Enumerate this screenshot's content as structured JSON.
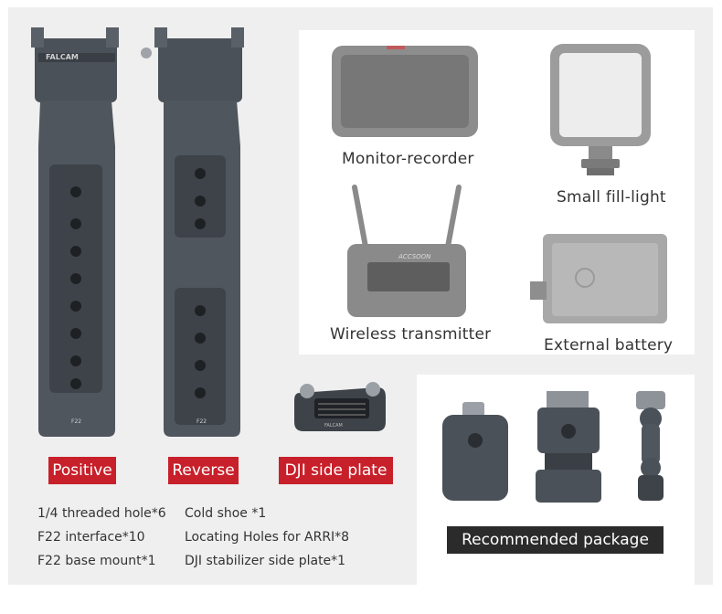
{
  "colors": {
    "accent_red": "#c8202a",
    "button_dark": "#2b2b2b",
    "panel_gray": "#efefef",
    "product_gray": "#4b5158"
  },
  "products": {
    "left_arm_logo": "FALCAM",
    "left_arm_mark": "F22",
    "right_arm_mark": "F22",
    "side_plate_logo": "FALCAM",
    "transmitter_brand": "ACCSOON"
  },
  "tags": {
    "positive": "Positive",
    "reverse": "Reverse",
    "dji_side_plate": "DJI side plate"
  },
  "accessories": {
    "monitor": "Monitor-recorder",
    "fill_light": "Small fill-light",
    "transmitter": "Wireless transmitter",
    "battery": "External battery"
  },
  "specs": {
    "col1": [
      "1/4 threaded hole*6",
      "F22 interface*10",
      "F22 base mount*1"
    ],
    "col2": [
      "Cold shoe *1",
      "Locating Holes for ARRI*8",
      "DJI stabilizer side plate*1"
    ]
  },
  "recommended_label": "Recommended package"
}
